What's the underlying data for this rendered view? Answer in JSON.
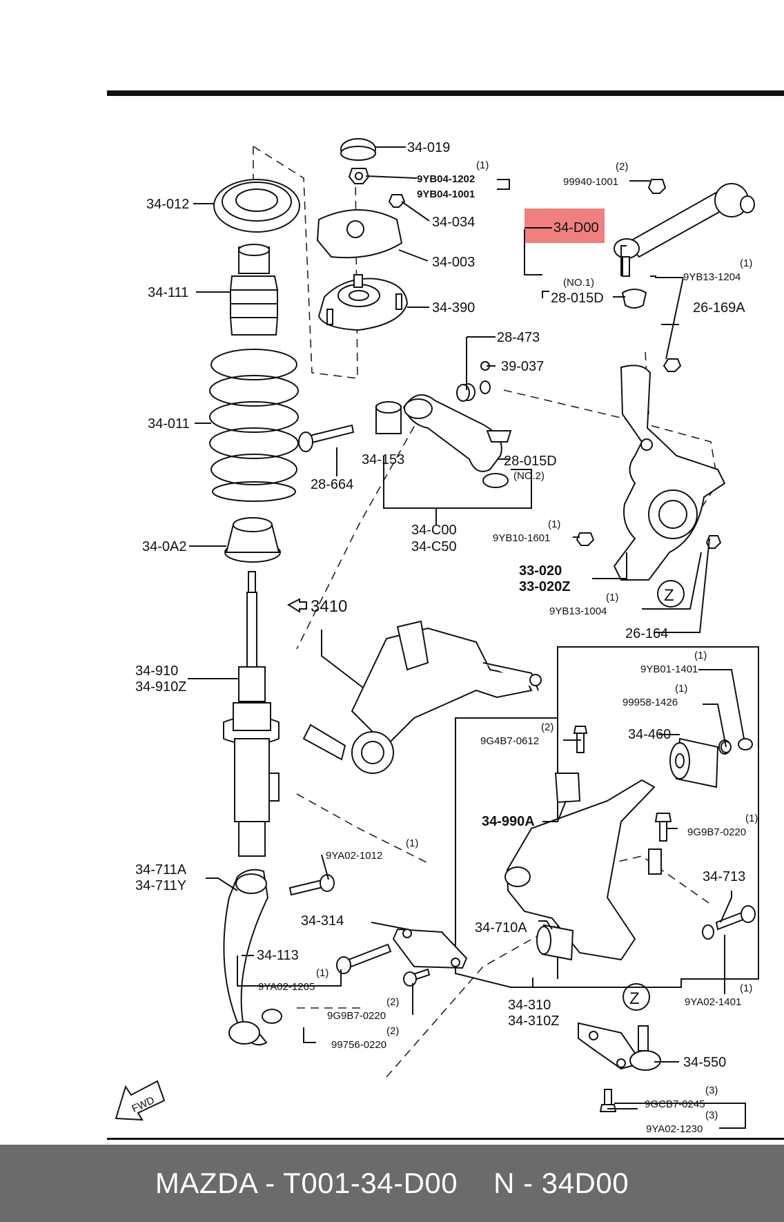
{
  "labels": {
    "p34_019": "34-019",
    "p34_012": "34-012",
    "q1a": "(1)",
    "p9YB04_1202": "9YB04-1202",
    "p9YB04_1001": "9YB04-1001",
    "p34_034": "34-034",
    "p34_003": "34-003",
    "p34_111": "34-111",
    "p34_390": "34-390",
    "p34_011": "34-011",
    "q2a": "(2)",
    "p99940_1001": "99940-1001",
    "p34_D00": "34-D00",
    "no1": "(NO.1)",
    "p28_015D_a": "28-015D",
    "q1b": "(1)",
    "p9YB13_1204": "9YB13-1204",
    "p26_169A": "26-169A",
    "p28_473": "28-473",
    "p39_037": "39-037",
    "p34_153": "34-153",
    "p28_015D_b": "28-015D",
    "no2": "(NO.2)",
    "p28_664": "28-664",
    "p34_C00": "34-C00",
    "p34_C50": "34-C50",
    "p34_0A2": "34-0A2",
    "q1c": "(1)",
    "p9YB10_1601": "9YB10-1601",
    "p33_020": "33-020",
    "p33_020Z": "33-020Z",
    "q1d": "(1)",
    "p9YB13_1004": "9YB13-1004",
    "p3410": "3410",
    "p26_164": "26-164",
    "p34_910": "34-910",
    "p34_910Z": "34-910Z",
    "q1e": "(1)",
    "p9YB01_1401": "9YB01-1401",
    "q1f": "(1)",
    "p99958_1426": "99958-1426",
    "q2b": "(2)",
    "p9G4B7_0612": "9G4B7-0612",
    "p34_460": "34-460",
    "p34_990A": "34-990A",
    "q1g": "(1)",
    "p9G9B7_0220_a": "9G9B7-0220",
    "q1h": "(1)",
    "p9YA02_1012": "9YA02-1012",
    "p34_711A": "34-711A",
    "p34_711Y": "34-711Y",
    "p34_713": "34-713",
    "p34_314": "34-314",
    "p34_710A": "34-710A",
    "p34_113": "34-113",
    "q1i": "(1)",
    "p9YA02_1205": "9YA02-1205",
    "q2c": "(2)",
    "p9G9B7_0220_b": "9G9B7-0220",
    "p34_310": "34-310",
    "p34_310Z": "34-310Z",
    "q1j": "(1)",
    "p9YA02_1401": "9YA02-1401",
    "q2d": "(2)",
    "p99756_0220": "99756-0220",
    "p34_550": "34-550",
    "q3a": "(3)",
    "p9GCB7_0245": "9GCB7-0245",
    "q3b": "(3)",
    "p9YA02_1230": "9YA02-1230",
    "z1": "Z",
    "z2": "Z",
    "fwd": "FWD"
  },
  "highlight_color": "#f08080",
  "footer": {
    "brand_part": "MAZDA - T001-34-D00",
    "short_code": "N - 34D00"
  }
}
